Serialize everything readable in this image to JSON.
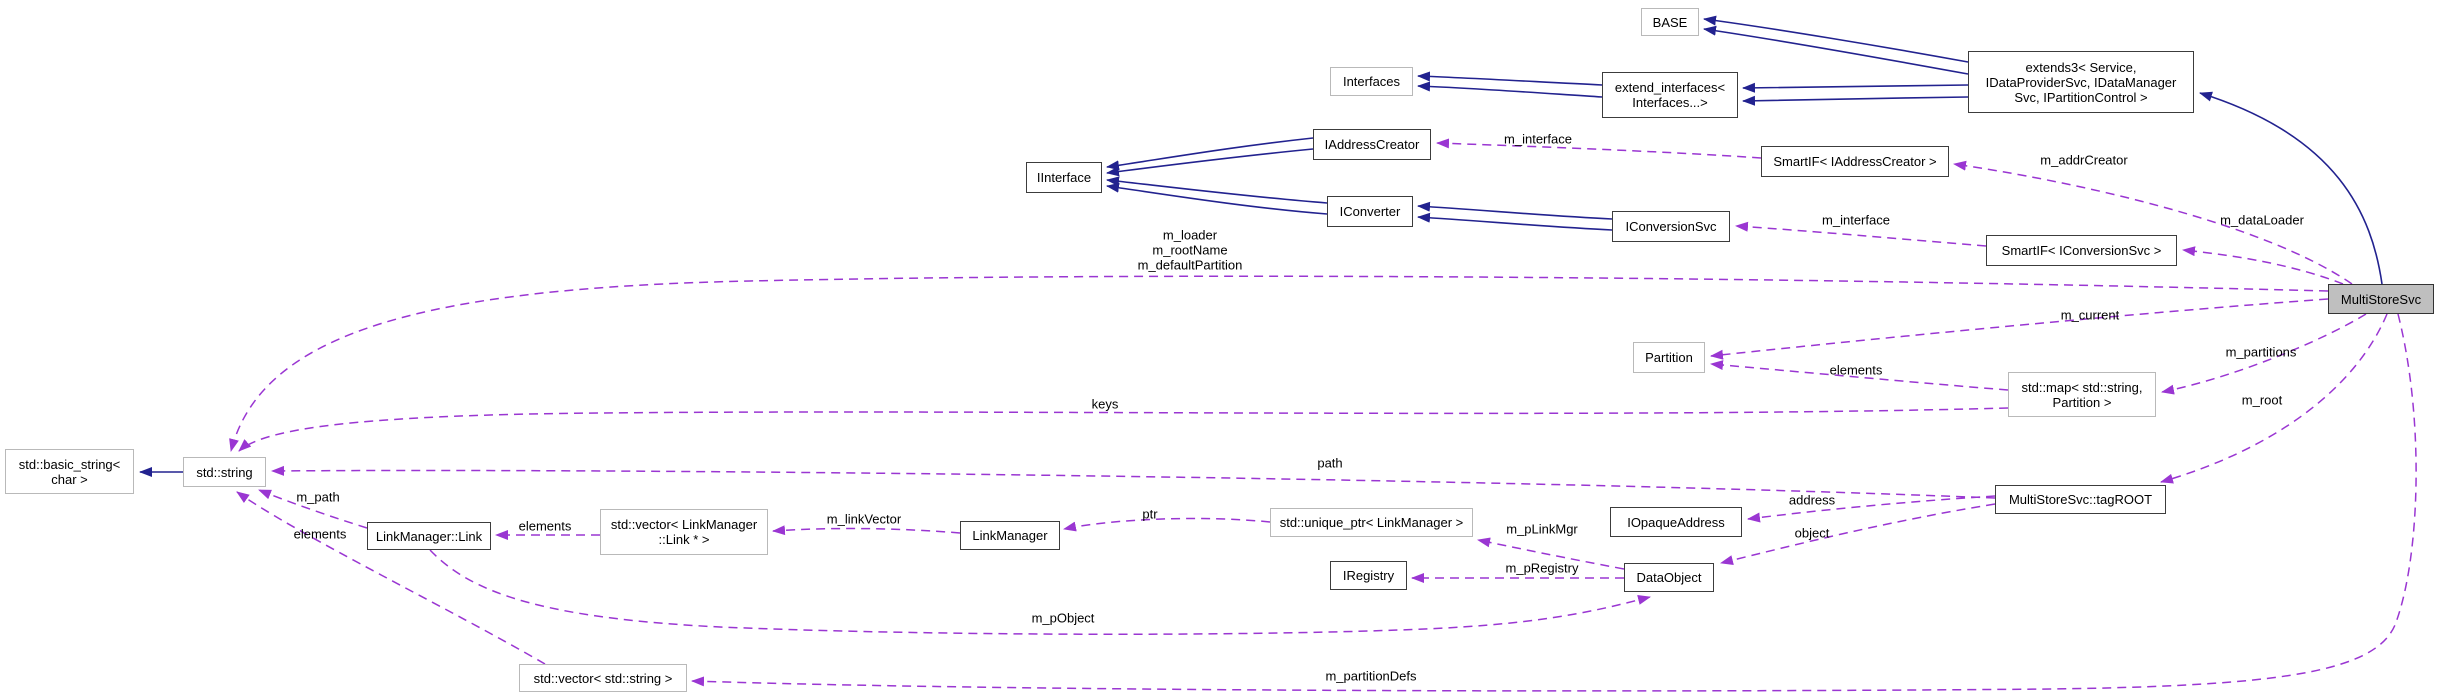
{
  "diagram_title": "MultiStoreSvc collaboration diagram",
  "colors": {
    "inheritance_edge": "#22228f",
    "usage_edge": "#9a36d2",
    "node_border": "#3c3c3c",
    "external_node_border": "#b9b9b9",
    "highlight_node_fill": "#bfbfbf",
    "node_fill": "#ffffff"
  },
  "nodes": {
    "base": "BASE",
    "extend_interfaces": "extend_interfaces<\nInterfaces...>",
    "extends3": "extends3< Service,\nIDataProviderSvc, IDataManager\nSvc, IPartitionControl >",
    "interfaces": "Interfaces",
    "iinterface": "IInterface",
    "iaddress_creator": "IAddressCreator",
    "iconverter": "IConverter",
    "smartif_address_creator": "SmartIF< IAddressCreator >",
    "iconversion_svc": "IConversionSvc",
    "smartif_conversion_svc": "SmartIF< IConversionSvc >",
    "multistore_svc": "MultiStoreSvc",
    "partition": "Partition",
    "map_string_partition": "std::map< std::string,\nPartition >",
    "basic_string": "std::basic_string<\nchar >",
    "std_string": "std::string",
    "link_manager_link": "LinkManager::Link",
    "vector_link": "std::vector< LinkManager\n::Link * >",
    "link_manager": "LinkManager",
    "unique_ptr_link_manager": "std::unique_ptr< LinkManager >",
    "iregistry": "IRegistry",
    "data_object": "DataObject",
    "iopaque_address": "IOpaqueAddress",
    "tag_root": "MultiStoreSvc::tagROOT",
    "vector_string": "std::vector< std::string >"
  },
  "labels": {
    "m_interface_addr": "m_interface",
    "m_interface_conv": "m_interface",
    "m_addr_creator": "m_addrCreator",
    "m_data_loader": "m_dataLoader",
    "loader_group": "m_loader\nm_rootName\nm_defaultPartition",
    "m_current": "m_current",
    "m_partitions": "m_partitions",
    "elements_map": "elements",
    "m_root": "m_root",
    "keys": "keys",
    "path": "path",
    "m_path": "m_path",
    "elements_string": "elements",
    "elements_link": "elements",
    "m_link_vector": "m_linkVector",
    "ptr": "ptr",
    "m_p_link_mgr": "m_pLinkMgr",
    "m_p_registry": "m_pRegistry",
    "address": "address",
    "object": "object",
    "m_p_object": "m_pObject",
    "m_partition_defs": "m_partitionDefs"
  }
}
